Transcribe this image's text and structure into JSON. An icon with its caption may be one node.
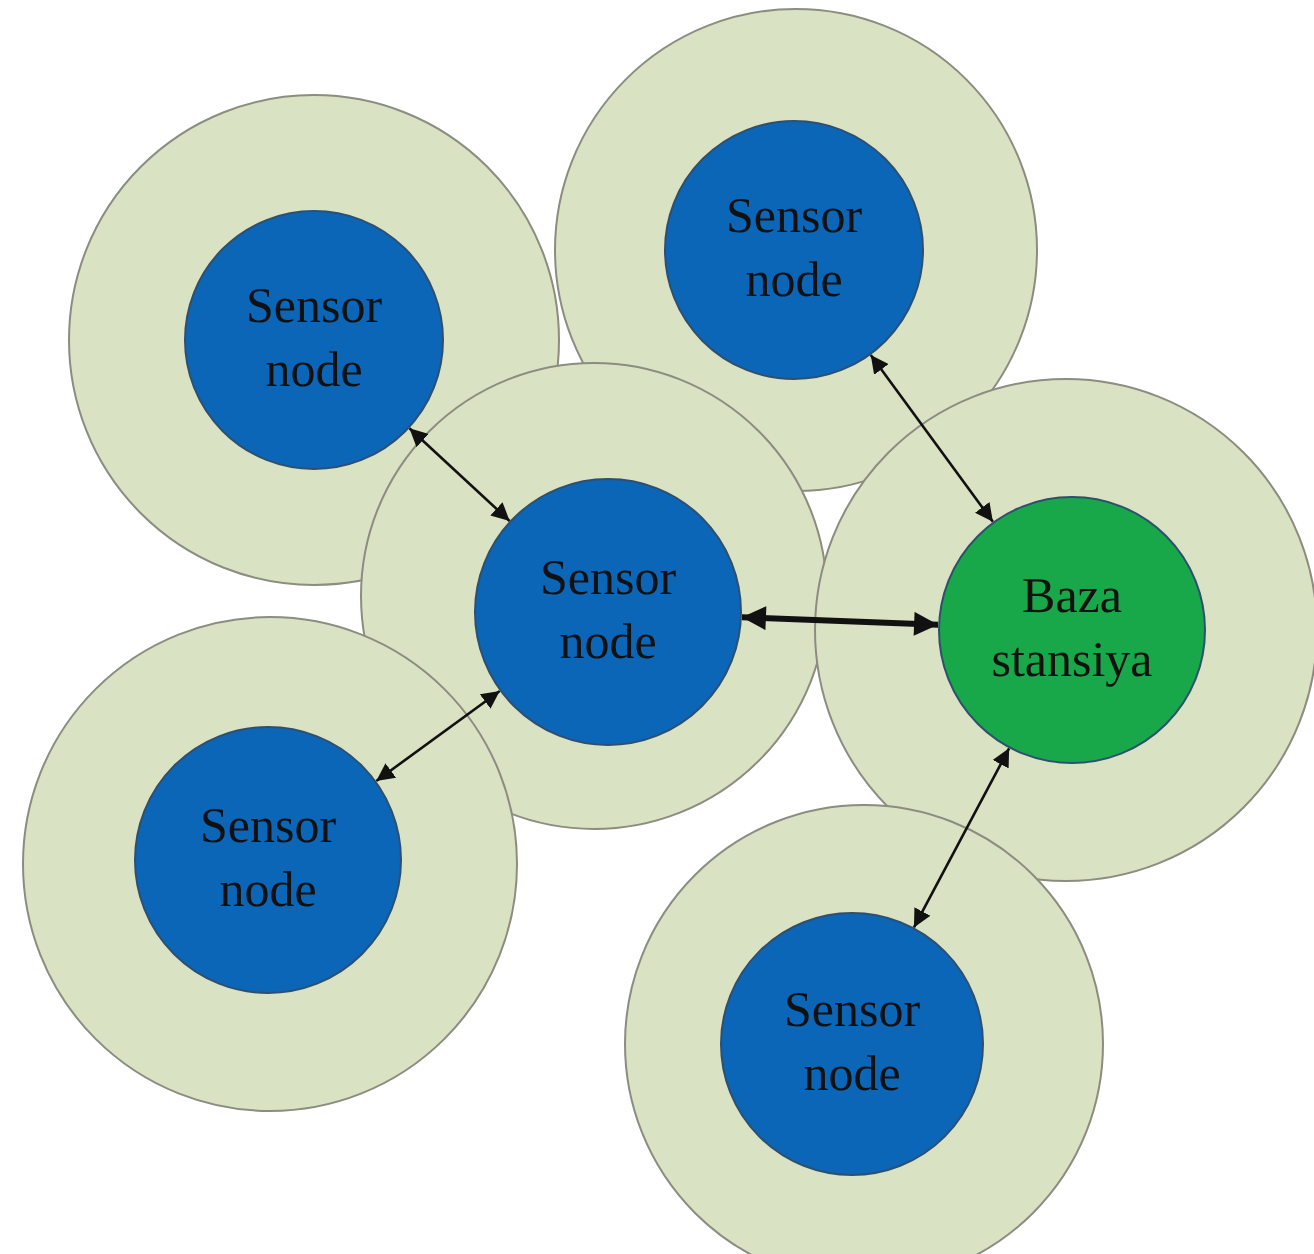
{
  "diagram": {
    "nodes": [
      {
        "text": [],
        "shape": "circle"
      },
      {
        "text": [
          "Sensor node"
        ],
        "in": 0
      },
      {
        "text": [],
        "shape": "circle"
      },
      {
        "text": [
          "Sensor node"
        ],
        "in": 2
      },
      {
        "text": [],
        "shape": "circle"
      },
      {
        "text": [
          "Sensor node"
        ],
        "in": 4
      },
      {
        "text": [],
        "shape": "circle"
      },
      {
        "text": [
          "Baza stansiya"
        ],
        "in": 6
      },
      {
        "text": [],
        "shape": "circle"
      },
      {
        "text": [
          "Sensor node"
        ],
        "in": 8
      },
      {
        "text": [],
        "shape": "circle"
      },
      {
        "text": [
          "Sensor node"
        ],
        "in": 10
      }
    ],
    "edges": [
      {
        "from": 3,
        "to": 5,
        "arrow": "both"
      },
      {
        "from": 1,
        "to": 7,
        "arrow": "both"
      },
      {
        "from": 5,
        "to": 7,
        "arrow": "both",
        "style": "thick"
      },
      {
        "from": 5,
        "to": 9,
        "arrow": "both"
      },
      {
        "from": 7,
        "to": 11,
        "arrow": "both"
      }
    ]
  }
}
